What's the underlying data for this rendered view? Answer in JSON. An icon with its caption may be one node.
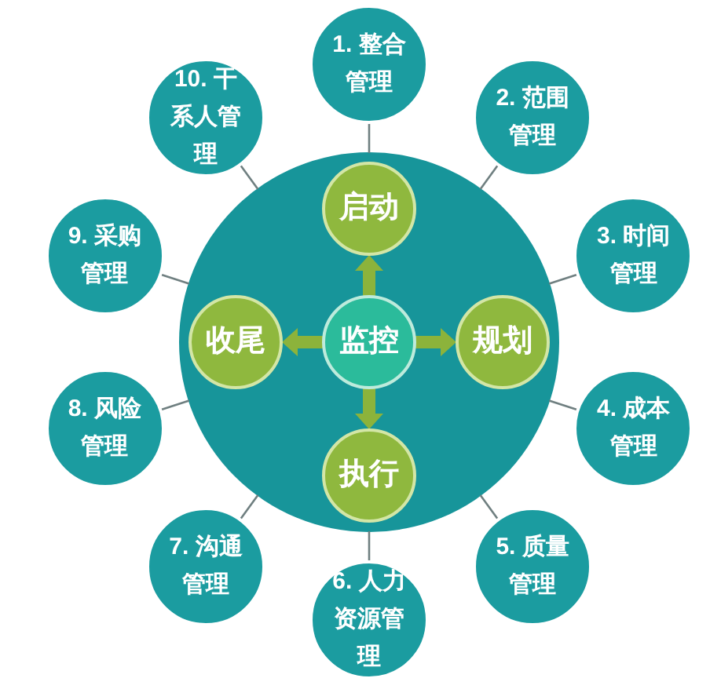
{
  "diagram": {
    "nodes": [
      {
        "text": [
          "1. 整合管理"
        ]
      },
      {
        "text": [
          "2. 范围管理"
        ]
      },
      {
        "text": [
          "3. 时间管理"
        ]
      },
      {
        "text": [
          "4. 成本管理"
        ]
      },
      {
        "text": [
          "5. 质量管理"
        ]
      },
      {
        "text": [
          "6. 人力资源管理"
        ]
      },
      {
        "text": [
          "7. 沟通管理"
        ]
      },
      {
        "text": [
          "8. 风险管理"
        ]
      },
      {
        "text": [
          "9. 采购管理"
        ]
      },
      {
        "text": [
          "10. 干系人管理"
        ]
      },
      {
        "text": [],
        "shape": "circle"
      },
      {
        "text": [
          "启动"
        ],
        "in": 10
      },
      {
        "text": [
          "收尾"
        ],
        "in": 10
      },
      {
        "text": [
          "监控"
        ],
        "in": 10
      },
      {
        "text": [
          "规划"
        ],
        "in": 10
      },
      {
        "text": [
          "执行"
        ],
        "in": 10
      }
    ],
    "edges": [
      {
        "from": 0,
        "to": 10,
        "arrow": "none"
      },
      {
        "from": 1,
        "to": 10,
        "arrow": "none"
      },
      {
        "from": 2,
        "to": 10,
        "arrow": "none"
      },
      {
        "from": 3,
        "to": 10,
        "arrow": "none"
      },
      {
        "from": 4,
        "to": 10,
        "arrow": "none"
      },
      {
        "from": 5,
        "to": 10,
        "arrow": "none"
      },
      {
        "from": 6,
        "to": 10,
        "arrow": "none"
      },
      {
        "from": 7,
        "to": 10,
        "arrow": "none"
      },
      {
        "from": 8,
        "to": 10,
        "arrow": "none"
      },
      {
        "from": 9,
        "to": 10,
        "arrow": "none"
      },
      {
        "from": 13,
        "to": 11,
        "arrow": "to",
        "style": "thick",
        "color": "#8cb33b"
      },
      {
        "from": 13,
        "to": 14,
        "arrow": "to",
        "style": "thick",
        "color": "#8cb33b"
      },
      {
        "from": 13,
        "to": 15,
        "arrow": "to",
        "style": "thick",
        "color": "#8cb33b"
      },
      {
        "from": 13,
        "to": 12,
        "arrow": "to",
        "style": "thick",
        "color": "#8cb33b"
      }
    ]
  }
}
